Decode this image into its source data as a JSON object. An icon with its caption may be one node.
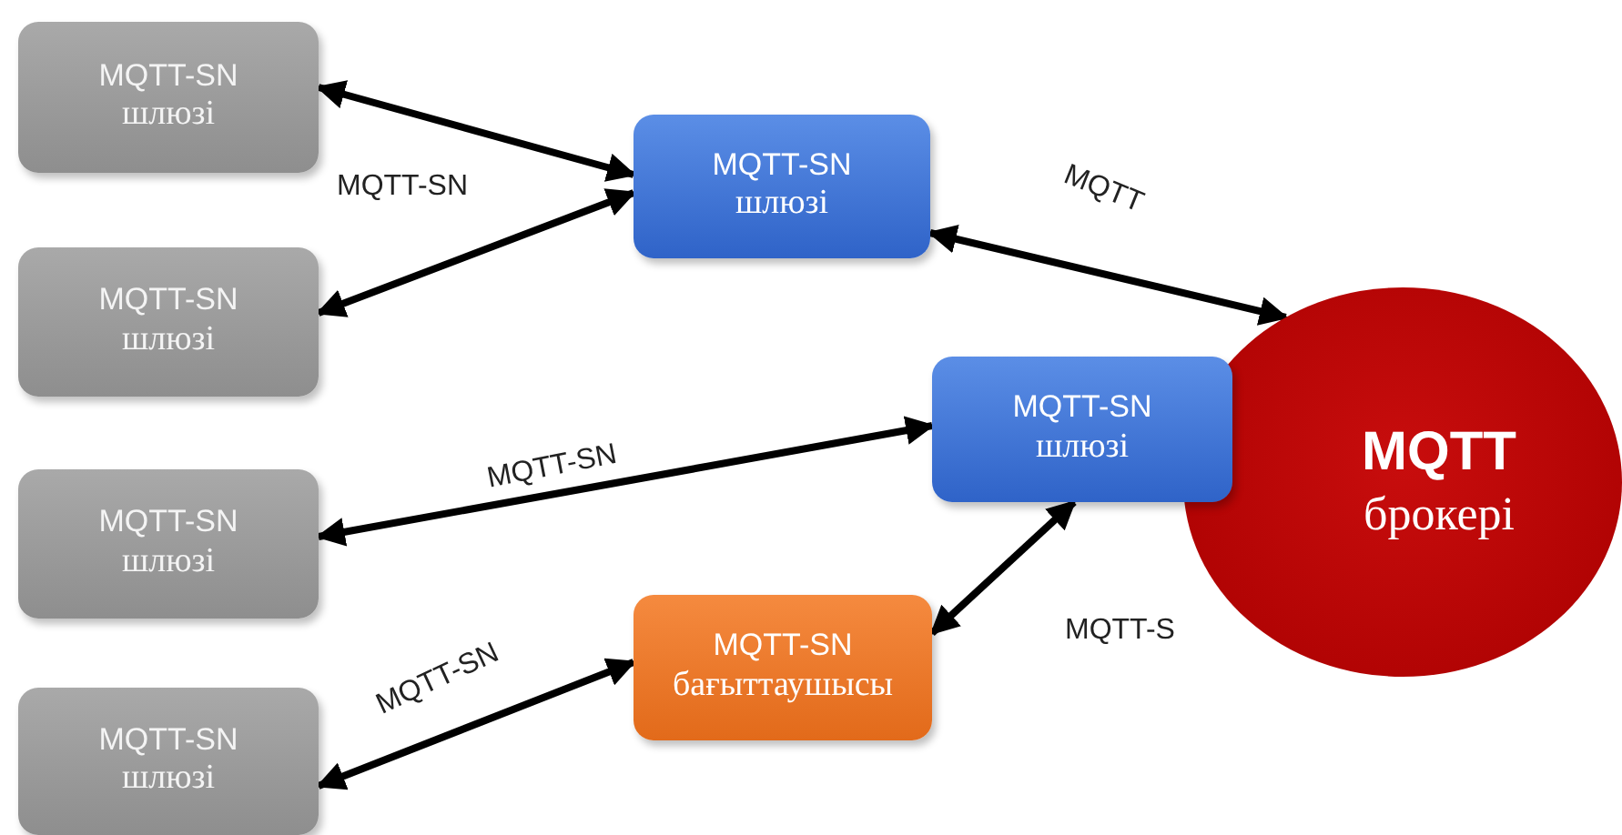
{
  "diagram": {
    "nodes": [
      {
        "text": [
          "MQTT-SN",
          "шлюзі"
        ]
      },
      {
        "text": [
          "MQTT-SN",
          "шлюзі"
        ]
      },
      {
        "text": [
          "MQTT-SN",
          "шлюзі"
        ]
      },
      {
        "text": [
          "MQTT-SN",
          "шлюзі"
        ]
      },
      {
        "text": [
          "MQTT-SN",
          "шлюзі"
        ]
      },
      {
        "text": [
          "MQTT",
          "брокері"
        ]
      },
      {
        "text": [
          "MQTT-SN",
          "шлюзі"
        ]
      },
      {
        "text": [
          "MQTT-SN",
          "бағыттаушысы"
        ]
      }
    ],
    "edges": [
      {
        "from": 0,
        "to": 4,
        "arrow": "both"
      },
      {
        "from": 1,
        "to": 4,
        "arrow": "both"
      },
      {
        "from": 4,
        "to": 5,
        "arrow": "both",
        "label": "MQTT"
      },
      {
        "from": 2,
        "to": 6,
        "arrow": "both",
        "label": "MQTT-SN"
      },
      {
        "from": 3,
        "to": 7,
        "arrow": "both",
        "label": "MQTT-SN"
      },
      {
        "from": 7,
        "to": 6,
        "arrow": "both",
        "label": "MQTT-S"
      }
    ],
    "labels": [
      "MQTT-SN"
    ]
  }
}
